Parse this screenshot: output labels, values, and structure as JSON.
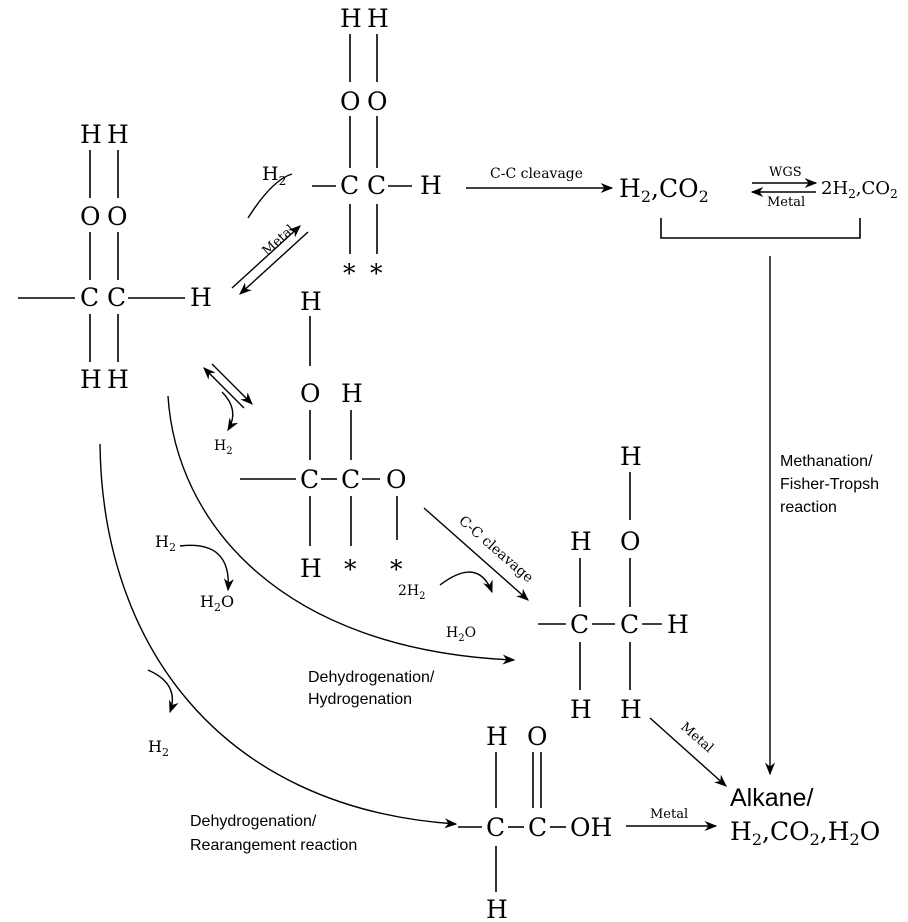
{
  "colors": {
    "ink": "#000000",
    "background": "#ffffff"
  },
  "labels": {
    "cc_cleavage_top": "C-C cleavage",
    "cc_cleavage_mid": "C-C cleavage",
    "metal_top": "Metal",
    "metal_wgs": "Metal",
    "metal_lower": "Metal",
    "metal_bottom": "Metal",
    "wgs": "WGS",
    "h2_top": "H",
    "h2_top_sub": "2",
    "h2_left": "H",
    "h2_left_sub": "2",
    "h2_dehyd": "H",
    "h2_dehyd_sub": "2",
    "h2o_dehyd_h": "H",
    "h2o_dehyd_sub": "2",
    "h2o_dehyd_o": "O",
    "h2_rearr": "H",
    "h2_rearr_sub": "2",
    "twoh2_coef": "2H",
    "twoh2_sub": "2",
    "h2o_mid_h": "H",
    "h2o_mid_sub": "2",
    "h2o_mid_o": "O",
    "dehydrogenation_hydrogenation_1": "Dehydrogenation/",
    "dehydrogenation_hydrogenation_2": "Hydrogenation",
    "dehydrogenation_rearrangement_1": "Dehydrogenation/",
    "dehydrogenation_rearrangement_2": "Rearangement reaction",
    "methanation_1": "Methanation/",
    "methanation_2": "Fisher-Tropsh",
    "methanation_3": "reaction"
  },
  "products": {
    "h2co2_h": "H",
    "h2co2_sub2": "2",
    "h2co2_co": ",CO",
    "h2co2_sub2b": "2",
    "wgs_product_coef": "2H",
    "wgs_product_sub": "2",
    "wgs_product_co": ",CO",
    "wgs_product_sub2": "2",
    "alkane": "Alkane/",
    "final_h": "H",
    "final_sub1": "2",
    "final_co": ",CO",
    "final_sub2": "2",
    "final_h2": ",H",
    "final_sub3": "2",
    "final_o": "O"
  },
  "atoms": {
    "H": "H",
    "O": "O",
    "C": "C",
    "OH": "OH",
    "star": "*",
    "bond": "—"
  }
}
